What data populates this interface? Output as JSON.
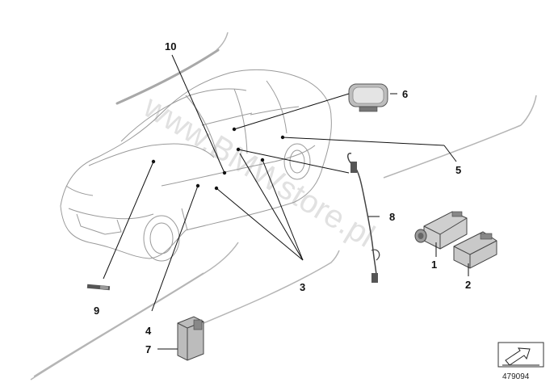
{
  "watermark": "www.BMWstore.pl",
  "reference_number": "479094",
  "callouts": {
    "c1": "1",
    "c2": "2",
    "c3": "3",
    "c4": "4",
    "c5": "5",
    "c6": "6",
    "c7": "7",
    "c8": "8",
    "c9": "9",
    "c10": "10"
  },
  "icons": {
    "arrow_box": "arrow-box-icon"
  }
}
